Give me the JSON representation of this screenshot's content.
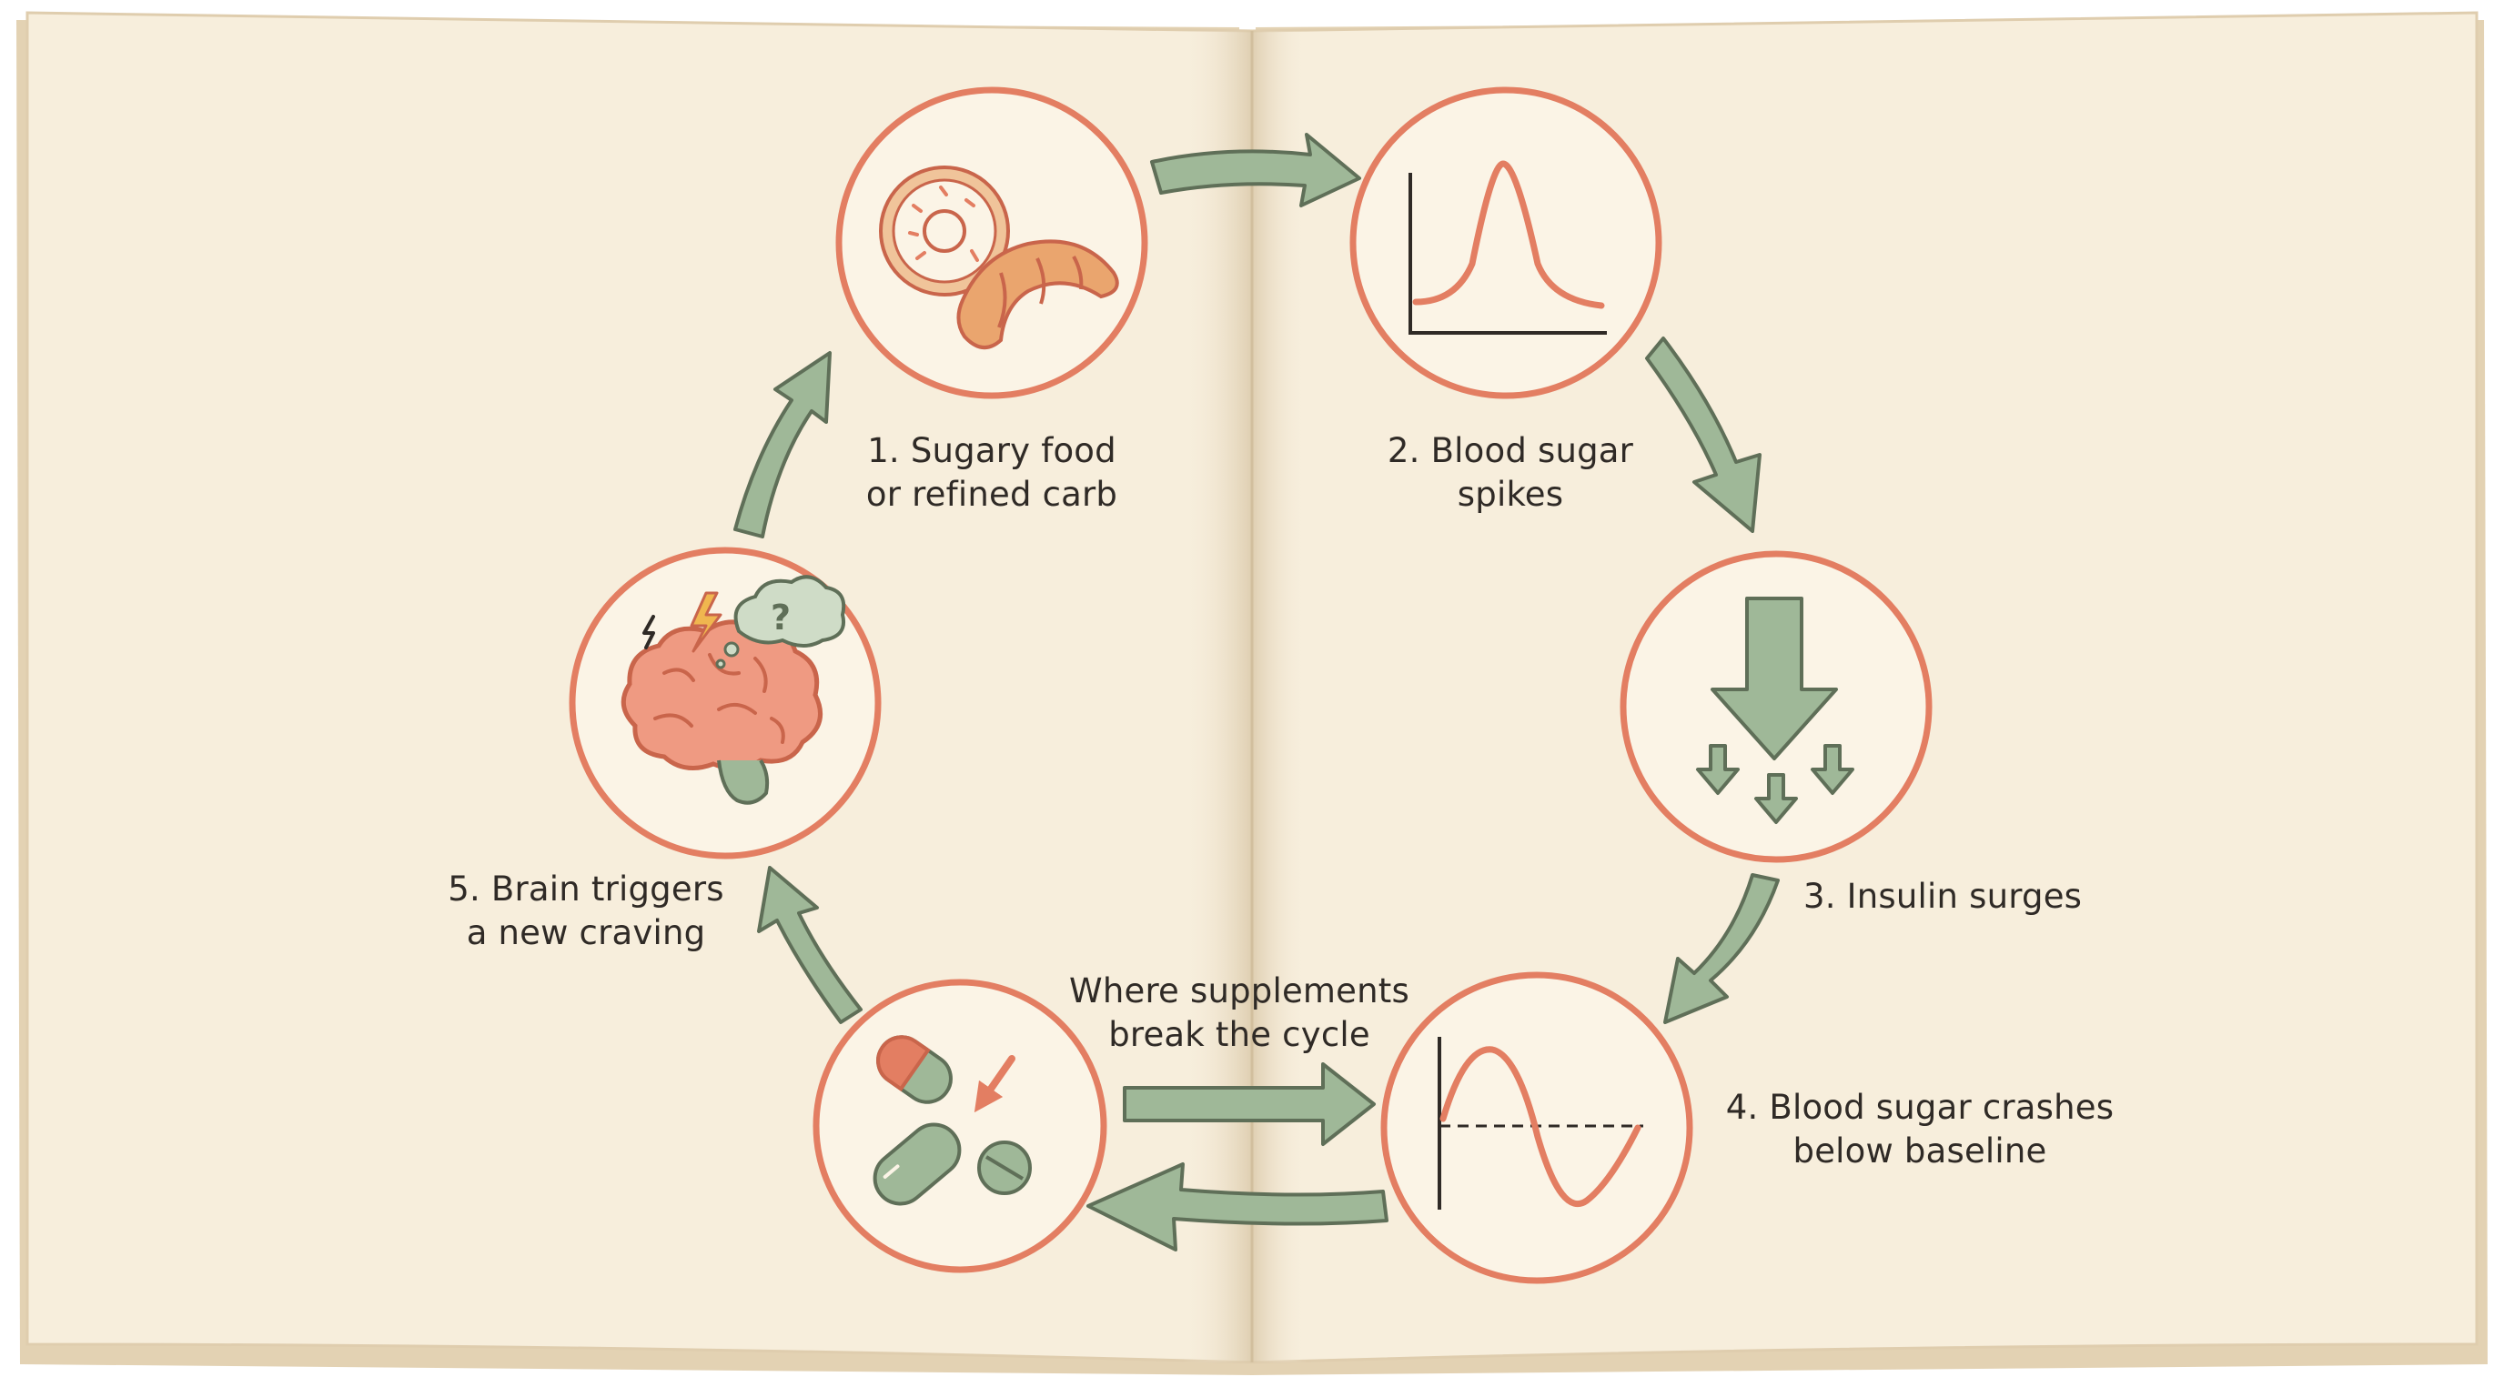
{
  "colors": {
    "paper": "#f7eedc",
    "paper_edge": "#e7d8bd",
    "coral": "#e37e62",
    "coral_dark": "#c9654b",
    "sage": "#9fb898",
    "sage_dark": "#5f6f58",
    "ink": "#2f2a26"
  },
  "steps": [
    {
      "id": "sugary-food",
      "line1": "1. Sugary food",
      "line2": "or refined carb",
      "icon": "donut-croissant-icon"
    },
    {
      "id": "spike",
      "line1": "2. Blood sugar",
      "line2": "spikes",
      "icon": "spike-curve-icon"
    },
    {
      "id": "insulin",
      "line1": "3. Insulin surges",
      "line2": "",
      "icon": "down-arrows-icon"
    },
    {
      "id": "crash",
      "line1": "4. Blood sugar crashes",
      "line2": "below baseline",
      "icon": "crash-curve-icon"
    },
    {
      "id": "craving",
      "line1": "5. Brain triggers",
      "line2": "a new craving",
      "icon": "brain-icon"
    }
  ],
  "supplements": {
    "line1": "Where supplements",
    "line2": "break the cycle",
    "icon": "pills-icon"
  }
}
